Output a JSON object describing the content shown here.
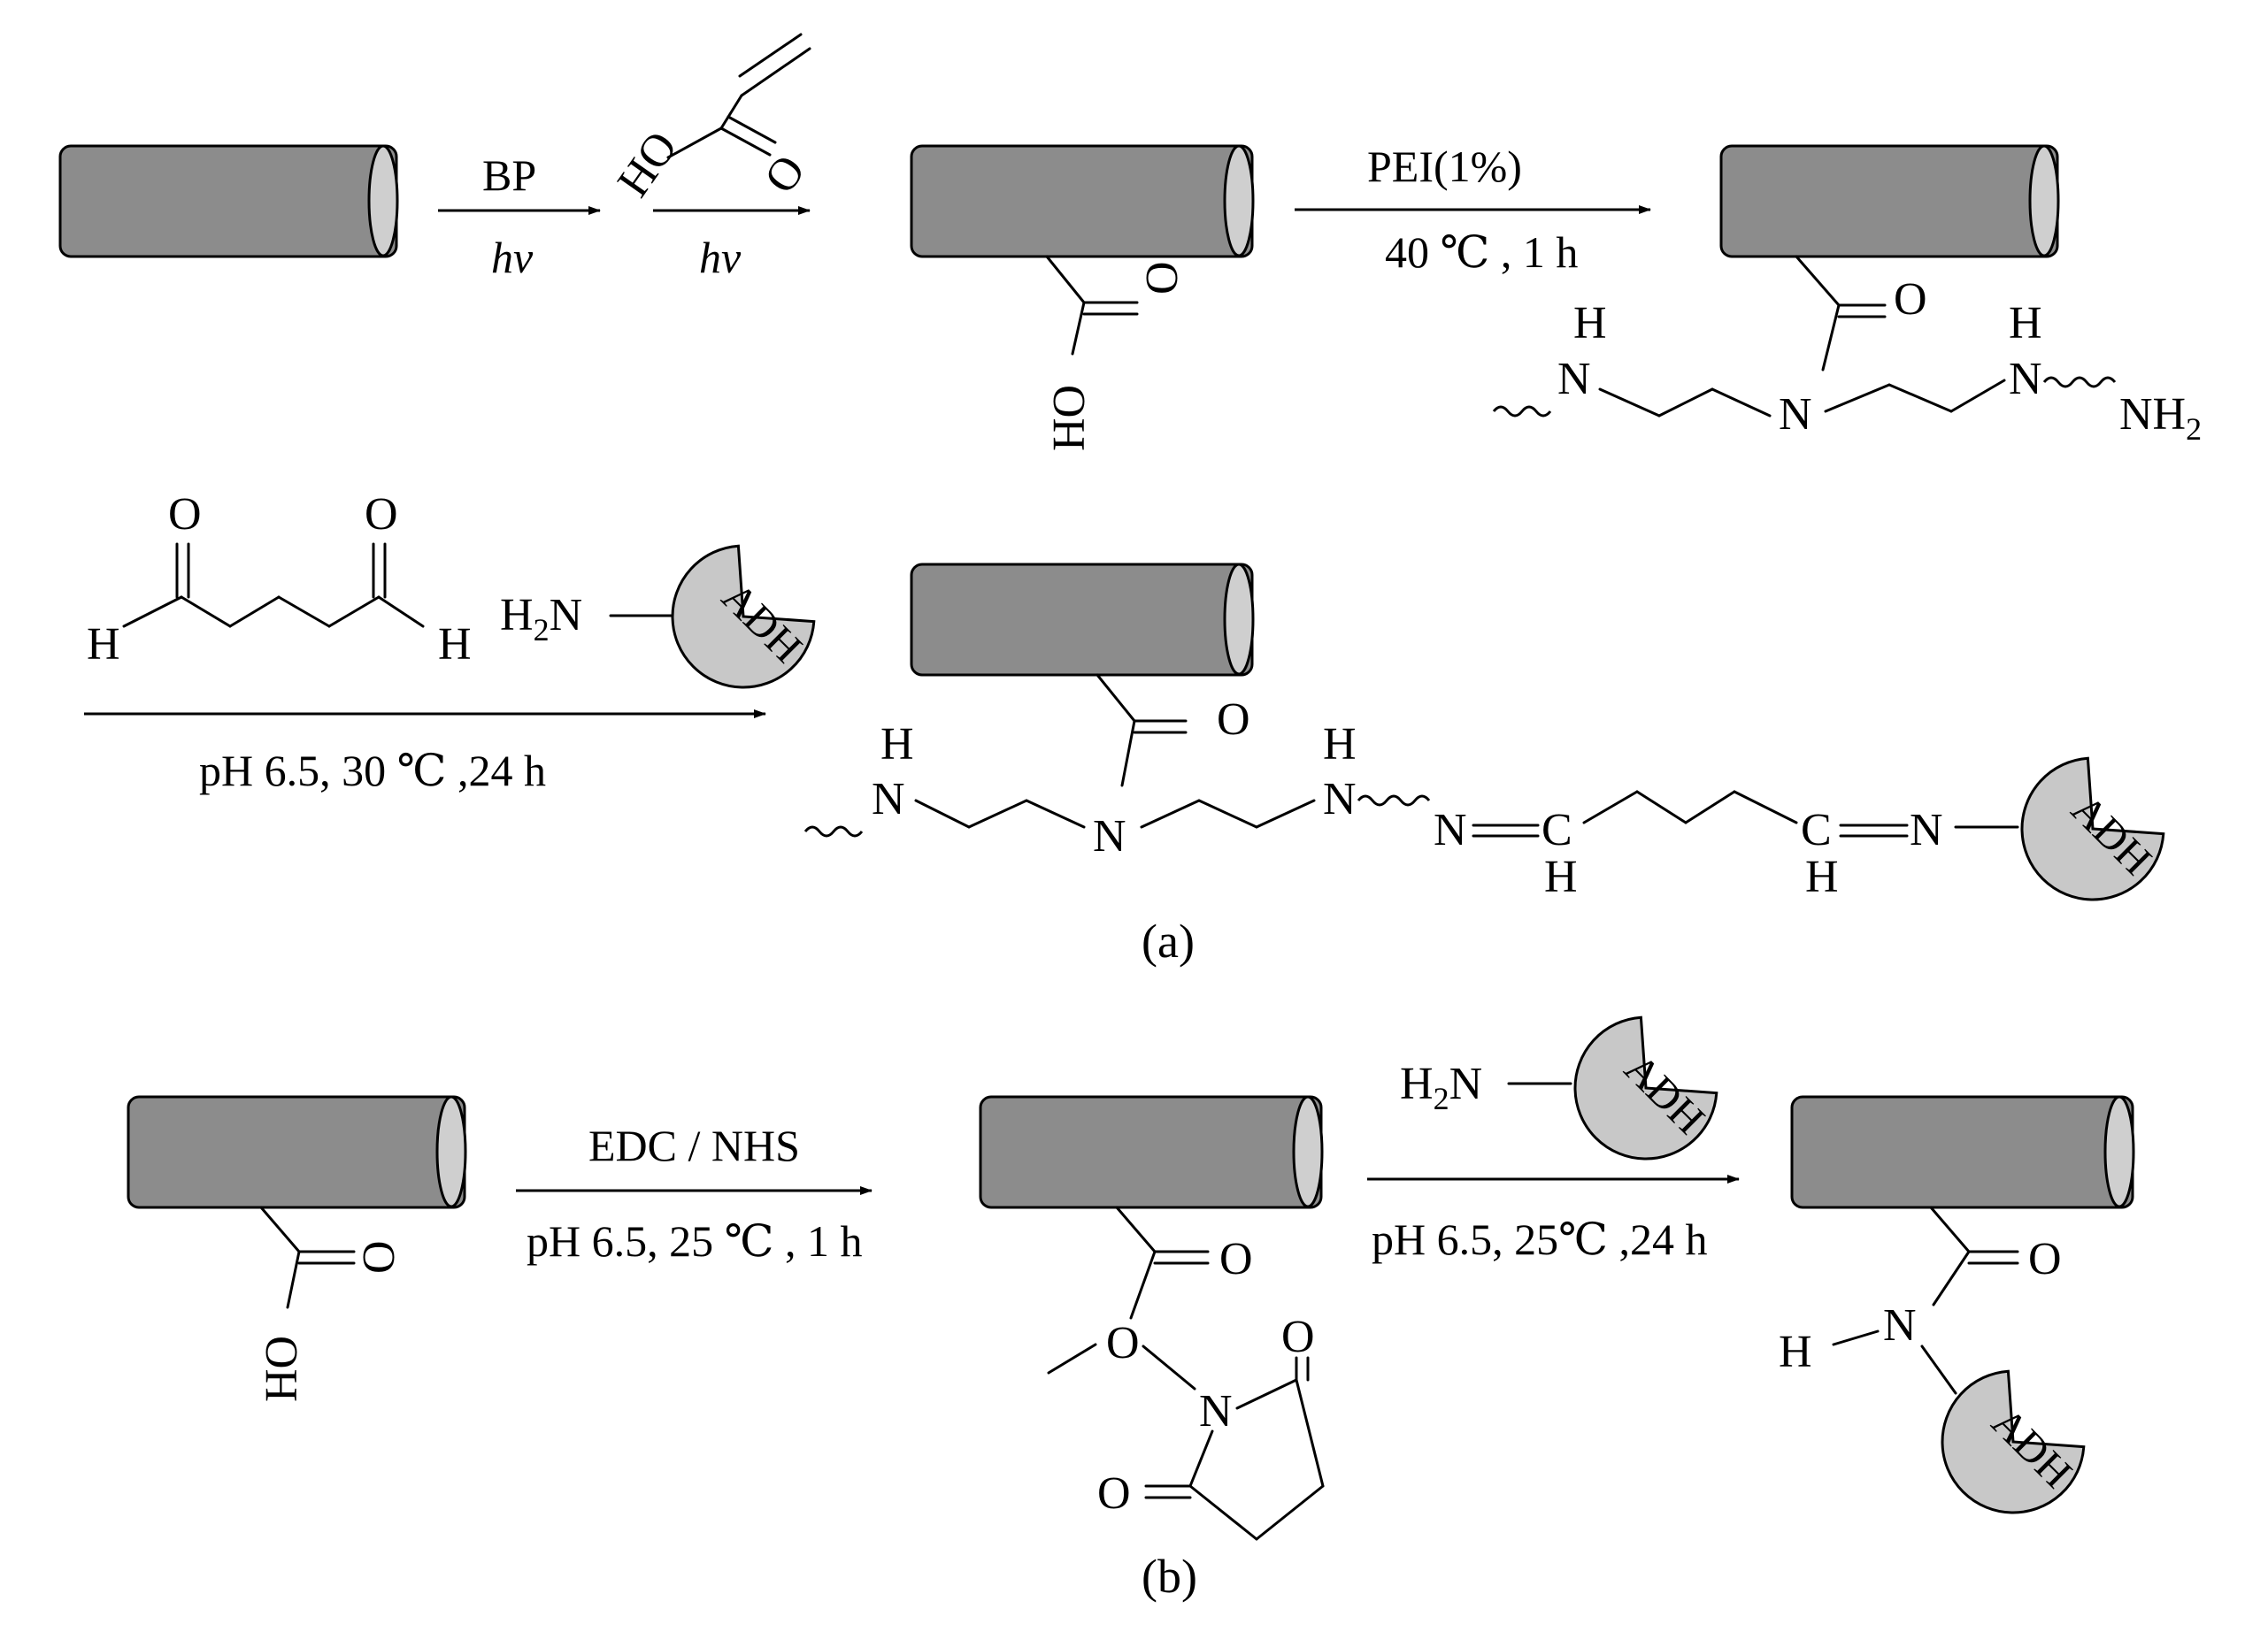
{
  "panel_a": {
    "step1": {
      "reagent": "BP",
      "condition": "hν"
    },
    "step2": {
      "condition": "hν",
      "monomer_atoms": {
        "ho": "HO",
        "o": "O"
      }
    },
    "acid_atoms": {
      "ho": "HO",
      "o": "O"
    },
    "step3": {
      "reagent": "PEI(1%)",
      "condition": "40 ℃ , 1 h"
    },
    "pei_atoms": {
      "h1": "H",
      "n1": "N",
      "n_center": "N",
      "h2": "H",
      "n2": "N",
      "o": "O",
      "nh2": "NH",
      "nh2_sub": "2"
    },
    "glutaraldehyde_atoms": {
      "o1": "O",
      "o2": "O",
      "h1": "H",
      "h2": "H"
    },
    "enzyme_amine": {
      "h2n": "H",
      "h2n_sub": "2",
      "n": "N"
    },
    "enzyme_label": "ADH",
    "step4": {
      "condition": "pH 6.5, 30 ℃ ,24 h"
    },
    "product_atoms": {
      "h1": "H",
      "n1": "N",
      "n_center": "N",
      "h2": "H",
      "n2": "N",
      "o": "O",
      "n3": "N",
      "c1": "C",
      "hc1": "H",
      "c2": "C",
      "hc2": "H",
      "n4": "N"
    },
    "caption": "(a)"
  },
  "panel_b": {
    "acid_atoms": {
      "ho": "HO",
      "o": "O"
    },
    "step1": {
      "reagent": "EDC / NHS",
      "condition": "pH 6.5, 25 ℃ , 1 h"
    },
    "nhs_atoms": {
      "o_carbonyl": "O",
      "o_ester": "O",
      "n": "N",
      "o_top": "O",
      "o_left": "O"
    },
    "enzyme_amine": {
      "h2n": "H",
      "h2n_sub": "2",
      "n": "N"
    },
    "enzyme_label": "ADH",
    "step2": {
      "condition": "pH 6.5, 25℃ ,24 h"
    },
    "amide_atoms": {
      "o": "O",
      "h": "H",
      "n": "N"
    },
    "caption": "(b)"
  }
}
